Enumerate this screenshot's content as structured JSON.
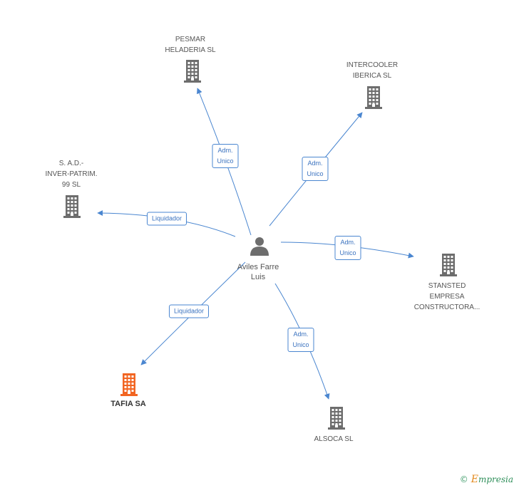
{
  "center": {
    "name": "Aviles Farre\nLuis"
  },
  "nodes": [
    {
      "id": "pesmar",
      "label": "PESMAR\nHELADERIA SL",
      "highlight": false
    },
    {
      "id": "intercooler",
      "label": "INTERCOOLER\nIBERICA  SL",
      "highlight": false
    },
    {
      "id": "sad",
      "label": "S. A.D.-\nINVER-PATRIM.\n99 SL",
      "highlight": false
    },
    {
      "id": "stansted",
      "label": "STANSTED\nEMPRESA\nCONSTRUCTORA...",
      "highlight": false
    },
    {
      "id": "tafia",
      "label": "TAFIA SA",
      "highlight": true
    },
    {
      "id": "alsoca",
      "label": "ALSOCA  SL",
      "highlight": false
    }
  ],
  "edges": [
    {
      "to": "pesmar",
      "label": "Adm.\nUnico"
    },
    {
      "to": "intercooler",
      "label": "Adm.\nUnico"
    },
    {
      "to": "sad",
      "label": "Liquidador"
    },
    {
      "to": "stansted",
      "label": "Adm.\nUnico"
    },
    {
      "to": "tafia",
      "label": "Liquidador"
    },
    {
      "to": "alsoca",
      "label": "Adm.\nUnico"
    }
  ],
  "colors": {
    "building": "#6d6d6d",
    "highlight": "#f26522",
    "edge": "#4a86d0",
    "person": "#6d6d6d"
  },
  "footer": {
    "copyright": "©",
    "brand_e": "E",
    "brand_rest": "mpresia"
  }
}
